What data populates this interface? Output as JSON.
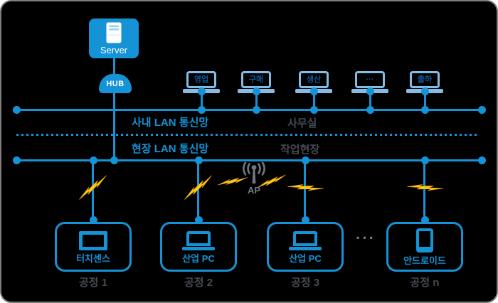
{
  "server": {
    "label": "Server"
  },
  "hub": {
    "label": "HUB"
  },
  "office": {
    "devices": [
      {
        "label": "영업"
      },
      {
        "label": "구매"
      },
      {
        "label": "생산"
      },
      {
        "label": "···"
      },
      {
        "label": "출하"
      }
    ]
  },
  "lan_top": {
    "label": "사내 LAN 통신망",
    "zone": "사무실"
  },
  "lan_bottom": {
    "label": "현장 LAN 통신망",
    "zone": "작업현장"
  },
  "ap": {
    "label": "AP"
  },
  "separator_ellipsis": "···",
  "processes": [
    {
      "device": "터치센스",
      "label": "공정 1",
      "icon": "monitor-icon"
    },
    {
      "device": "산업 PC",
      "label": "공정 2",
      "icon": "laptop-icon"
    },
    {
      "device": "산업 PC",
      "label": "공정 3",
      "icon": "laptop-icon"
    },
    {
      "device": "안드로이드",
      "label": "공정 n",
      "icon": "tablet-icon"
    }
  ],
  "colors": {
    "accent_blue": "#1493D6",
    "light_blue": "#85BCE5",
    "screen_text_blue": "#11589E",
    "bolt_yellow": "#FFC914",
    "gray_text": "#474B54",
    "ap_gray": "#6F7882",
    "background": "#000000",
    "frame_border": "#7D7D7D"
  }
}
